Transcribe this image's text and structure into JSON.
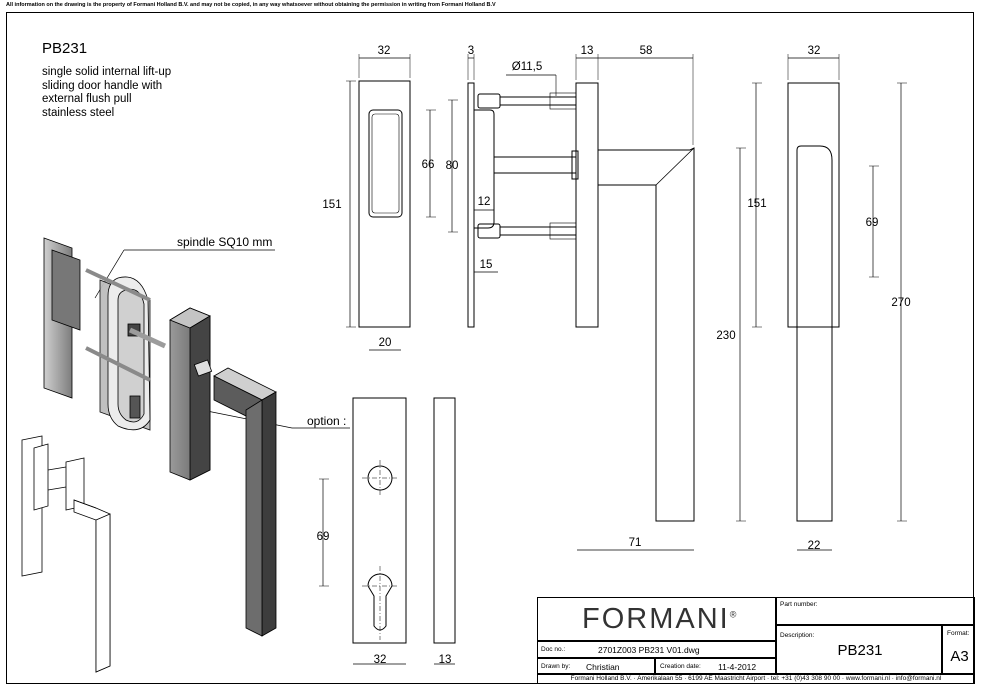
{
  "notice": "All information on the drawing is the property of Formani Holland B.V. and may not be copied, in any way whatsoever without obtaining the permission in writing from Formani Holland B.V",
  "header": {
    "code": "PB231",
    "description_lines": [
      "single solid internal lift-up",
      "sliding door handle with",
      "external flush pull",
      "stainless steel"
    ]
  },
  "labels": {
    "spindle": "spindle SQ10 mm",
    "option": "option :"
  },
  "dimensions": {
    "flush_pull_front": {
      "width": "32",
      "height": "151",
      "recess_height": "66",
      "bottom_width": "20"
    },
    "side_view": {
      "plate": "3",
      "diameter": "Ø11,5",
      "height": "80",
      "offset": "12",
      "depth": "15"
    },
    "handle_side": {
      "plate": "13",
      "projection": "58",
      "length": "230",
      "grip": "71"
    },
    "handle_front": {
      "width": "32",
      "rose_height": "151",
      "cutout": "69",
      "total": "270",
      "bottom_width": "22"
    },
    "option_plate": {
      "distance": "69",
      "width": "32",
      "thickness": "13"
    }
  },
  "title_block": {
    "brand": "FORMANI",
    "brand_mark": "®",
    "doc_no_label": "Doc no.:",
    "doc_no": "2701Z003 PB231 V01.dwg",
    "drawn_by_label": "Drawn by:",
    "drawn_by": "Christian",
    "creation_label": "Creation date:",
    "creation_date": "11-4-2012",
    "part_number_label": "Part number:",
    "description_label": "Description:",
    "description": "PB231",
    "format_label": "Format:",
    "format": "A3",
    "footer": "Formani Holland B.V. · Amerikalaan 55 · 6199 AE Maastricht Airport · tel: +31 (0)43 308 90 00 · www.formani.nl · info@formani.nl"
  }
}
